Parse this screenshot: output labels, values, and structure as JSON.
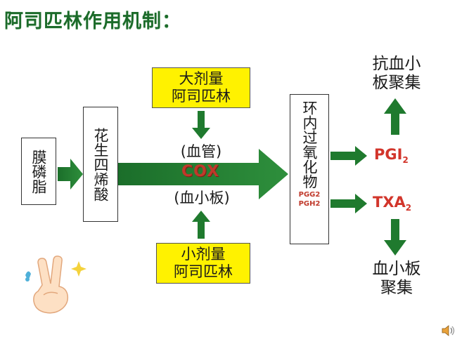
{
  "title": "阿司匹林作用机制：",
  "nodes": {
    "membrane": "膜磷脂",
    "arachidonic": "花生四烯酸",
    "high_dose": "大剂量\n阿司匹林",
    "low_dose": "小剂量\n阿司匹林",
    "vessel": "(血管)",
    "enzyme": "COX",
    "platelet": "(血小板)",
    "endoperoxide": "环内过氧化物",
    "pgg2": "PGG2",
    "pgh2": "PGH2",
    "pgi2_main": "PGI",
    "pgi2_sub": "2",
    "txa2_main": "TXA",
    "txa2_sub": "2",
    "anti_agg": "抗血小\n板聚集",
    "agg": "血小板\n聚集"
  },
  "colors": {
    "arrow_green": "#1f7a2e",
    "title_green": "#1c6b2a",
    "highlight_yellow": "#fff200",
    "accent_red": "#d2352b"
  }
}
